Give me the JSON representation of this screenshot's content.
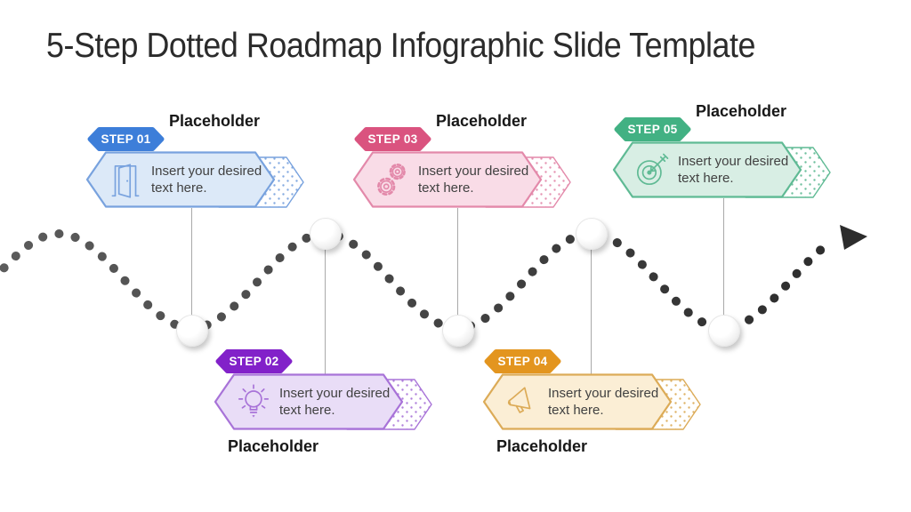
{
  "slide": {
    "title": "5-Step Dotted Roadmap Infographic Slide Template"
  },
  "steps": [
    {
      "label": "STEP 01",
      "heading": "Placeholder",
      "body": "Insert your desired text here.",
      "icon": "door-icon",
      "accent": "#3d7ed9",
      "fill": "#dce9f8",
      "border": "#78a2de",
      "position": "top"
    },
    {
      "label": "STEP 02",
      "heading": "Placeholder",
      "body": "Insert your desired text here.",
      "icon": "lightbulb-icon",
      "accent": "#8221c9",
      "fill": "#e9ddf7",
      "border": "#a873d8",
      "position": "bottom"
    },
    {
      "label": "STEP 03",
      "heading": "Placeholder",
      "body": "Insert your desired text here.",
      "icon": "gears-icon",
      "accent": "#da537f",
      "fill": "#f9dce7",
      "border": "#e389aa",
      "position": "top"
    },
    {
      "label": "STEP 04",
      "heading": "Placeholder",
      "body": "Insert your desired text here.",
      "icon": "megaphone-icon",
      "accent": "#e3951f",
      "fill": "#fbeed5",
      "border": "#dcab57",
      "position": "bottom"
    },
    {
      "label": "STEP 05",
      "heading": "Placeholder",
      "body": "Insert your desired text here.",
      "icon": "target-icon",
      "accent": "#42b183",
      "fill": "#d8eee4",
      "border": "#5fba94",
      "position": "top"
    }
  ],
  "wave": {
    "node_count": 5,
    "dot_color_start": "#5c5c5c",
    "dot_color_end": "#2d2d2d",
    "arrow_color": "#2c2c2c"
  }
}
